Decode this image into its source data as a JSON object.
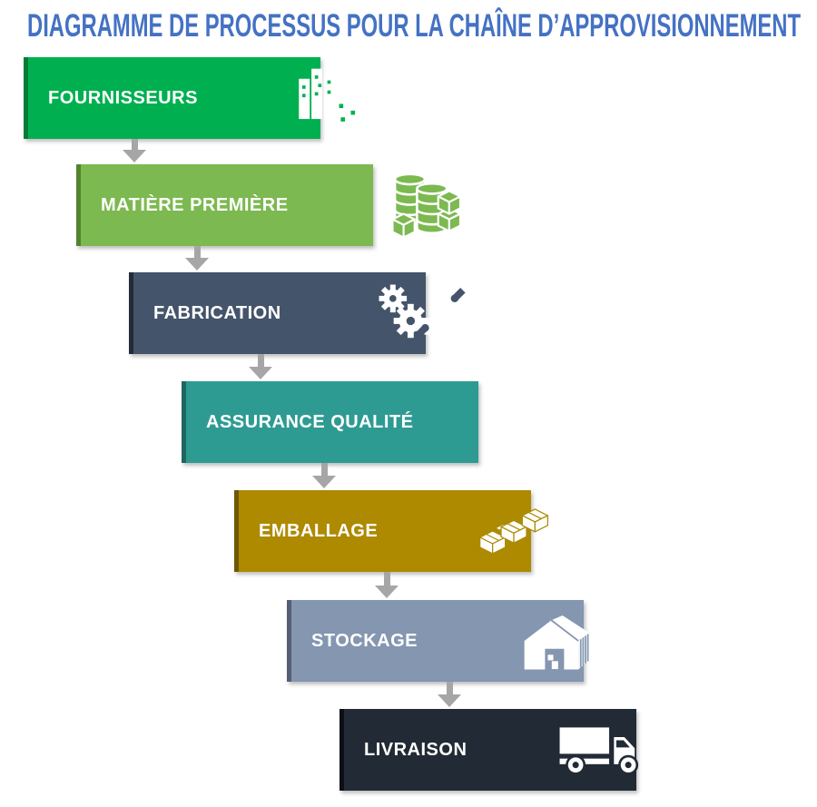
{
  "title": "DIAGRAMME DE PROCESSUS POUR LA CHAÎNE D’APPROVISIONNEMENT",
  "title_color": "#4472C4",
  "arrow_color": "#A6A6A6",
  "steps": [
    {
      "label": "FOURNISSEURS",
      "icon": "buildings-icon",
      "color": "#00B050",
      "edge_color": "#067B39"
    },
    {
      "label": "MATIÈRE PREMIÈRE",
      "icon": "raw-materials-icon",
      "color": "#7CB950",
      "edge_color": "#55822F"
    },
    {
      "label": "FABRICATION",
      "icon": "gears-wrench-icon",
      "color": "#44546A",
      "edge_color": "#232B38"
    },
    {
      "label": "ASSURANCE QUALITÉ",
      "icon": "magnifier-icon",
      "color": "#2E9B93",
      "edge_color": "#1E6661"
    },
    {
      "label": "EMBALLAGE",
      "icon": "packing-boxes-icon",
      "color": "#AD8A00",
      "edge_color": "#6E5800"
    },
    {
      "label": "STOCKAGE",
      "icon": "warehouse-icon",
      "color": "#8496B0",
      "edge_color": "#545F75"
    },
    {
      "label": "LIVRAISON",
      "icon": "truck-icon",
      "color": "#222A35",
      "edge_color": "#0B0F16"
    }
  ]
}
